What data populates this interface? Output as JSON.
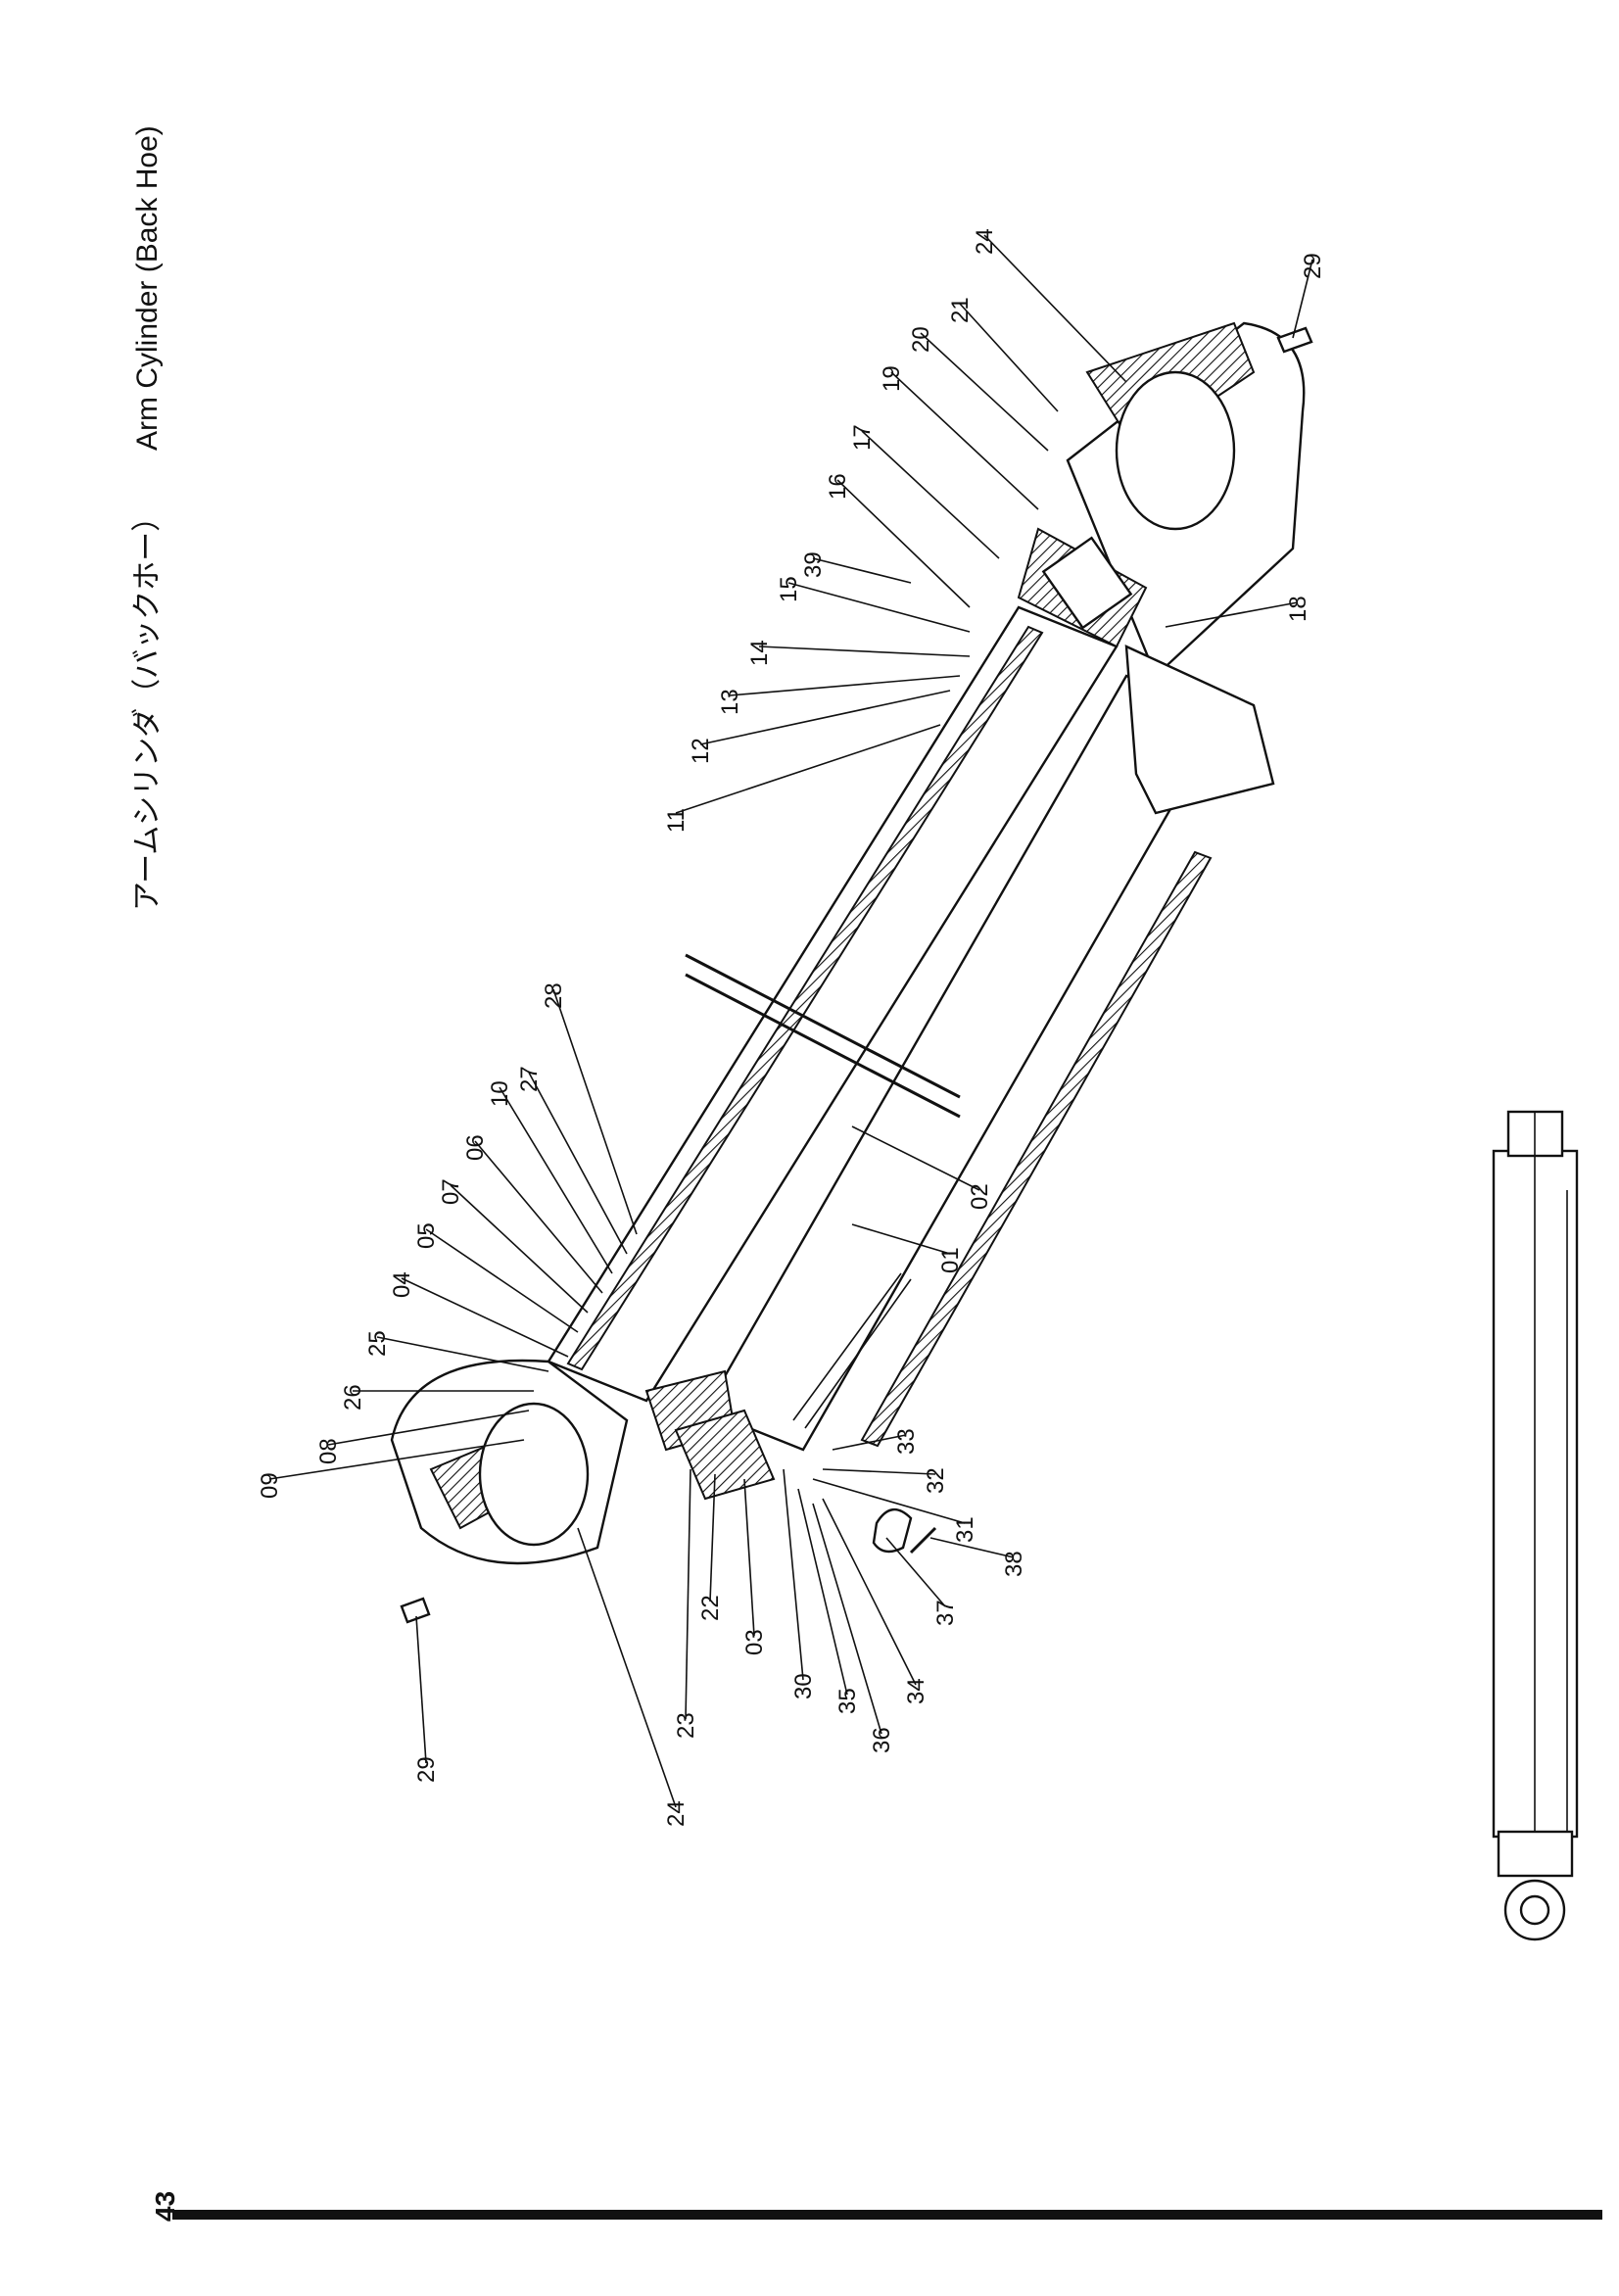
{
  "title_jp": "アームシリンダ（バックホー）",
  "title_en": "Arm Cylinder (Back Hoe)",
  "page_number": "43",
  "callouts": [
    {
      "label": "29"
    },
    {
      "label": "24"
    },
    {
      "label": "21"
    },
    {
      "label": "20"
    },
    {
      "label": "19"
    },
    {
      "label": "17"
    },
    {
      "label": "16"
    },
    {
      "label": "39"
    },
    {
      "label": "15"
    },
    {
      "label": "14"
    },
    {
      "label": "13"
    },
    {
      "label": "12"
    },
    {
      "label": "11"
    },
    {
      "label": "18"
    },
    {
      "label": "28"
    },
    {
      "label": "27"
    },
    {
      "label": "10"
    },
    {
      "label": "06"
    },
    {
      "label": "07"
    },
    {
      "label": "05"
    },
    {
      "label": "04"
    },
    {
      "label": "25"
    },
    {
      "label": "26"
    },
    {
      "label": "08"
    },
    {
      "label": "09"
    },
    {
      "label": "02"
    },
    {
      "label": "01"
    },
    {
      "label": "33"
    },
    {
      "label": "32"
    },
    {
      "label": "31"
    },
    {
      "label": "38"
    },
    {
      "label": "37"
    },
    {
      "label": "34"
    },
    {
      "label": "36"
    },
    {
      "label": "35"
    },
    {
      "label": "30"
    },
    {
      "label": "03"
    },
    {
      "label": "22"
    },
    {
      "label": "23"
    },
    {
      "label": "24"
    },
    {
      "label": "29"
    }
  ]
}
